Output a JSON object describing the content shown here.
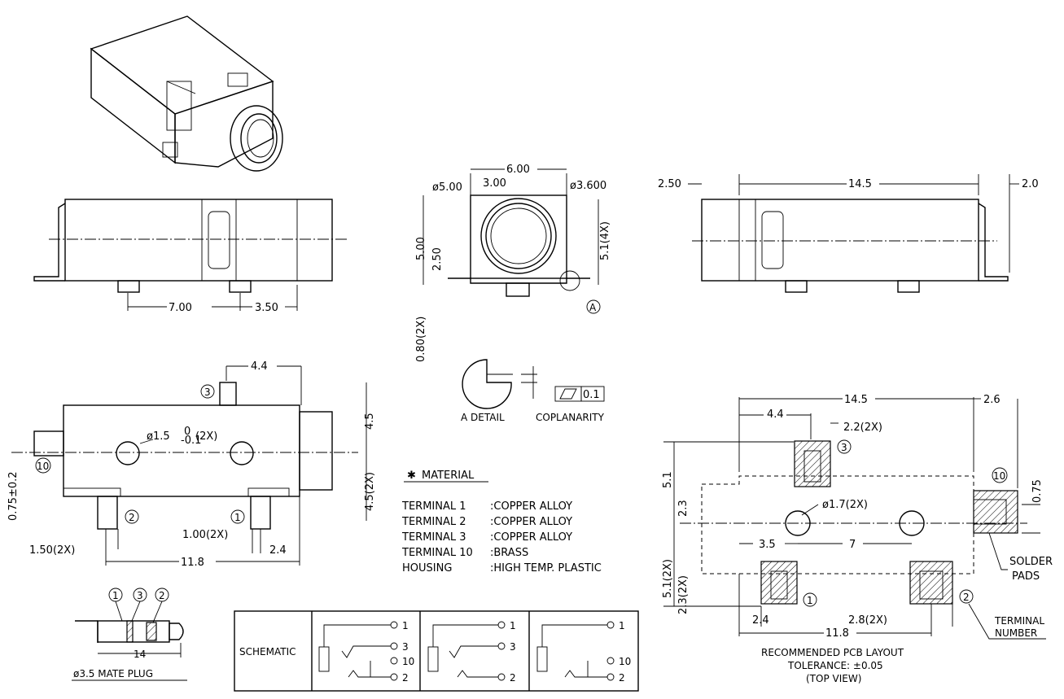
{
  "top_front": {
    "dim_a": "7.00",
    "dim_b": "3.50"
  },
  "end_view": {
    "width": "6.00",
    "inner": "3.00",
    "dia_outer": "ø5.00",
    "dia_inner": "ø3.600",
    "height": "5.00",
    "center": "2.50",
    "pin_height": "5.1(4X)",
    "foot": "0.80(2X)",
    "detail_ref": "A"
  },
  "side_view": {
    "length": "14.5",
    "left": "2.50",
    "right": "2.0"
  },
  "detail": {
    "label": "A DETAIL",
    "coplanarity_label": "COPLANARITY",
    "coplanarity_value": "0.1"
  },
  "bottom_view": {
    "d_44": "4.4",
    "d_45": "4.5",
    "d_452x": "4.5(2X)",
    "hole": "ø1.5",
    "hole_tol_up": "0",
    "hole_tol_dn": "-0.1",
    "hole_qty": "(2X)",
    "side": "0.75±0.2",
    "d_150": "1.50(2X)",
    "d_100": "1.00(2X)",
    "d_24": "2.4",
    "d_118": "11.8",
    "t1": "1",
    "t2": "2",
    "t3": "3",
    "t10": "10"
  },
  "material": {
    "title": "MATERIAL",
    "rows": [
      {
        "name": "TERMINAL 1",
        "value": ":COPPER ALLOY"
      },
      {
        "name": "TERMINAL 2",
        "value": ":COPPER ALLOY"
      },
      {
        "name": "TERMINAL 3",
        "value": ":COPPER ALLOY"
      },
      {
        "name": "TERMINAL 10",
        "value": ":BRASS"
      },
      {
        "name": "HOUSING",
        "value": ":HIGH TEMP. PLASTIC"
      }
    ]
  },
  "pcb": {
    "d_145": "14.5",
    "d_26": "2.6",
    "d_44": "4.4",
    "d_22": "2.2(2X)",
    "d_51": "5.1",
    "d_23": "2.3",
    "d_17": "ø1.7(2X)",
    "d_35": "3.5",
    "d_7": "7",
    "d_075": "0.75",
    "d_512x": "5.1(2X)",
    "d_232x": "2.3(2X)",
    "d_24": "2.4",
    "d_28": "2.8(2X)",
    "d_118": "11.8",
    "solder": "SOLDER",
    "pads": "PADS",
    "terminal": "TERMINAL",
    "number": "NUMBER",
    "caption1": "RECOMMENDED PCB LAYOUT",
    "caption2": "TOLERANCE: ±0.05",
    "caption3": "(TOP VIEW)",
    "t1": "1",
    "t2": "2",
    "t3": "3",
    "t10": "10"
  },
  "plug": {
    "d_14": "14",
    "caption": "ø3.5 MATE PLUG",
    "n1": "1",
    "n3": "3",
    "n2": "2"
  },
  "schematic": {
    "label": "SCHEMATIC",
    "p1": "1",
    "p3": "3",
    "p10": "10",
    "p2": "2"
  }
}
